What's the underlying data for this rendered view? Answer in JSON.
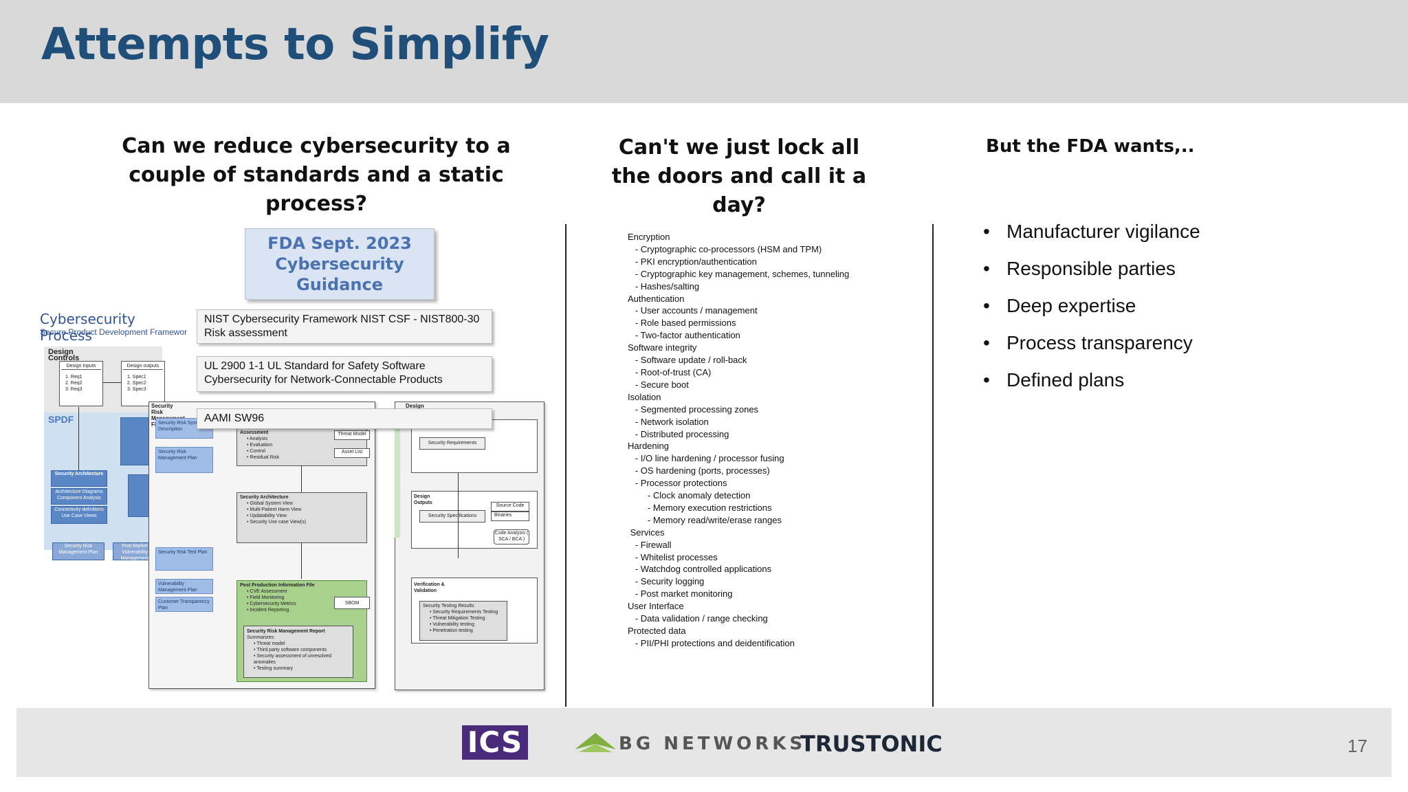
{
  "slide": {
    "title": "Attempts to Simplify",
    "page_number": "17"
  },
  "col1": {
    "heading": "Can we reduce cybersecurity to a couple of standards and a static process?",
    "fda_box": "FDA Sept. 2023 Cybersecurity Guidance",
    "nist_box": "NIST Cybersecurity Framework NIST CSF - NIST800-30 Risk assessment",
    "ul_box": "UL 2900 1-1 UL Standard for Safety Software Cybersecurity for Network-Connectable Products",
    "aami_box": "AAMI SW96",
    "process_title": "Cybersecurity Process",
    "process_subtitle": "Secure Product Development Framewor",
    "design_controls": "Design Controls",
    "design_inputs": "Design Inputs",
    "design_outputs": "Design outputs",
    "req1": "1.  Req1",
    "req2": "2.  Req2",
    "req3": "3.  Req3",
    "spec1": "1.  Spec1",
    "spec2": "2.  Spec2",
    "spec3": "3.  Spec3",
    "spdf": "SPDF",
    "security_architecture": "Security Architecture",
    "arch_diagrams": "Architecture Diagrams Component Analysis",
    "connectivity": "Connectivity definitions Use Case Views",
    "srm_plan_small": "Security Risk Management Plan",
    "post_market": "Post Market Vulnerability Management",
    "srm_file": "Security Risk Management File",
    "sec_risk_sys_desc": "Security Risk System Description",
    "sec_risk_mgmt_plan": "Security Risk Management Plan",
    "assessment": "Assessment",
    "assessment_items": [
      "Analysis",
      "Evaluation",
      "Control",
      "Residual Risk"
    ],
    "threat_model": "Threat Model",
    "asset_list": "Asset List",
    "sec_arch_title": "Security Architecture",
    "sec_arch_items": [
      "Global System View",
      "Multi-Patient Harm View",
      "Updatability View",
      "Security Use case View(s)"
    ],
    "sec_risk_test_plan": "Security Risk Test Plan",
    "vuln_mgmt_plan": "Vulnerability Management Plan",
    "customer_transparency": "Customer Transparency Plan",
    "post_prod_file": "Post Production Information File",
    "post_prod_items": [
      "CVE Assessment",
      "Field Monitoring",
      "Cybersecurity Metrics",
      "Incident Reporting"
    ],
    "sbom": "SBOM",
    "srm_report": "Security Risk Management Report",
    "srm_report_summ": "Summarizes:",
    "srm_report_items": [
      "Threat model",
      "Third party software components",
      "Security assessment of unresolved anomalies",
      "Testing summary"
    ],
    "design_history": "Design History File",
    "sec_requirements": "Security Requirements",
    "design_outputs2": "Design Outputs",
    "sec_specs": "Security Specifications",
    "source_code": "Source Code",
    "binaries": "Binaries",
    "code_analysis": "Code Analysis ( SCA / BCA )",
    "verification": "Verification & Validation",
    "sec_testing_results": "Security Testing Results",
    "sec_testing_items": [
      "Security Requirements Testing",
      "Threat Mitigation Testing",
      "Vulnerability testing",
      "Penetration testing"
    ]
  },
  "col2": {
    "heading": "Can't we just lock all the doors and call it a day?",
    "lines": [
      "Encryption",
      "   - Cryptographic co-processors (HSM and TPM)",
      "   - PKI encryption/authentication",
      "   - Cryptographic key management, schemes, tunneling",
      "   - Hashes/salting",
      "Authentication",
      "   - User accounts / management",
      "   - Role based permissions",
      "   - Two-factor authentication",
      "Software integrity",
      "   - Software update / roll-back",
      "   - Root-of-trust (CA)",
      "   - Secure boot",
      "Isolation",
      "   - Segmented processing zones",
      "   - Network isolation",
      "   - Distributed processing",
      "Hardening",
      "   - I/O line hardening / processor fusing",
      "   - OS hardening (ports, processes)",
      "   - Processor protections",
      "        - Clock anomaly detection",
      "        - Memory execution restrictions",
      "        - Memory read/write/erase ranges",
      " Services",
      "   - Firewall",
      "   - Whitelist processes",
      "   - Watchdog controlled applications",
      "   - Security logging",
      "   - Post market monitoring",
      "User Interface",
      "   - Data validation / range checking",
      "Protected data",
      "   - PII/PHI protections and deidentification"
    ]
  },
  "col3": {
    "heading": "But the FDA wants,..",
    "bullets": [
      "Manufacturer vigilance",
      "Responsible parties",
      "Deep expertise",
      "Process transparency",
      "Defined plans"
    ]
  },
  "footer": {
    "logo_ics": "ICS",
    "logo_bg": "BG NETWORKS",
    "logo_trustonic": "TRUSTONIC"
  },
  "colors": {
    "title": "#1f4e79",
    "header_band": "#d9d9d9",
    "footer_band": "#e6e6e6",
    "ics_purple": "#4a2a7a",
    "bg_green": "#7fb040"
  }
}
